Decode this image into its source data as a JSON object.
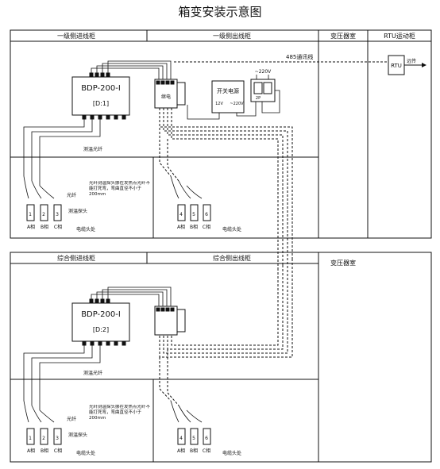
{
  "title": "箱变安装示意图",
  "top": {
    "incoming_header": "一级侧进线柜",
    "outgoing_header": "一级侧出线柜",
    "transformer_header": "变压器室",
    "rtu_header": "RTU运动柜",
    "device": {
      "model": "BDP-200-I",
      "id": "[D:1]"
    },
    "line_485": "485通讯线",
    "psu": "开关电源",
    "v220_top": "~220V",
    "v220_side": "~220V",
    "v12": "12V",
    "p2p": "2P",
    "relay": "继电",
    "rtu_box": "RTU",
    "rtu_arrow": "远传",
    "fiber": "测温光纤",
    "sensor_probe": "测温探头",
    "cable_head": "电缆头处",
    "guang": "光纤",
    "note": "光纤测温探头挪在发热点光纤不能打死弯，弯曲直径不小于200mm",
    "phase_left": [
      "A相",
      "B相",
      "C相"
    ],
    "phase_right": [
      "A相",
      "B相",
      "C相"
    ],
    "probe_nums_left": [
      "1",
      "2",
      "3"
    ],
    "probe_nums_right": [
      "4",
      "5",
      "6"
    ]
  },
  "bottom": {
    "incoming_header": "综合侧进线柜",
    "outgoing_header": "综合侧出线柜",
    "transformer_header": "变压器室",
    "device": {
      "model": "BDP-200-I",
      "id": "[D:2]"
    },
    "fiber": "测温光纤",
    "sensor_probe": "测温探头",
    "cable_head": "电缆头处",
    "guang": "光纤",
    "note": "光纤测温探头挪在发热点光纤不能打死弯，弯曲直径不小于200mm",
    "phase_left": [
      "A相",
      "B相",
      "C相"
    ],
    "phase_right": [
      "A相",
      "B相",
      "C相"
    ],
    "probe_nums_left": [
      "1",
      "2",
      "3"
    ],
    "probe_nums_right": [
      "4",
      "5",
      "6"
    ]
  }
}
